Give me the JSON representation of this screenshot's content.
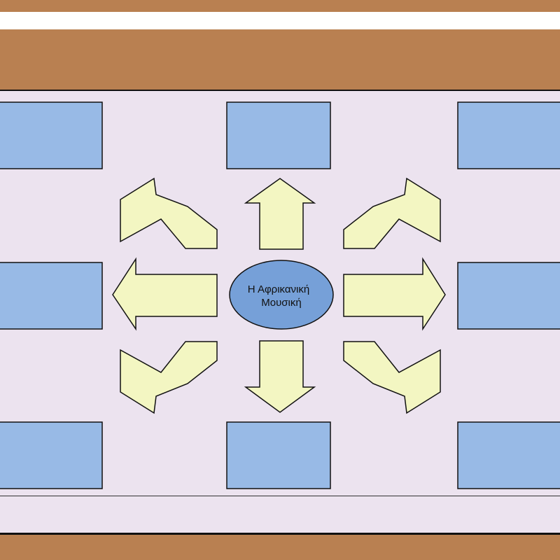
{
  "diagram": {
    "center_label_line1": "Η Αφρικανική",
    "center_label_line2": "Μουσική",
    "colors": {
      "frame_brown": "#b98051",
      "panel_background": "#ece3ef",
      "box_fill": "#98bae6",
      "arrow_fill": "#f3f6c2",
      "center_fill": "#76a0d8",
      "outline": "#111111"
    },
    "boxes": [
      {
        "id": "top-left",
        "text": ""
      },
      {
        "id": "top-center",
        "text": ""
      },
      {
        "id": "top-right",
        "text": ""
      },
      {
        "id": "middle-left",
        "text": ""
      },
      {
        "id": "middle-right",
        "text": ""
      },
      {
        "id": "bottom-left",
        "text": ""
      },
      {
        "id": "bottom-center",
        "text": ""
      },
      {
        "id": "bottom-right",
        "text": ""
      }
    ],
    "arrow_directions": [
      "up-left",
      "up",
      "up-right",
      "left",
      "right",
      "down-left",
      "down",
      "down-right"
    ]
  }
}
